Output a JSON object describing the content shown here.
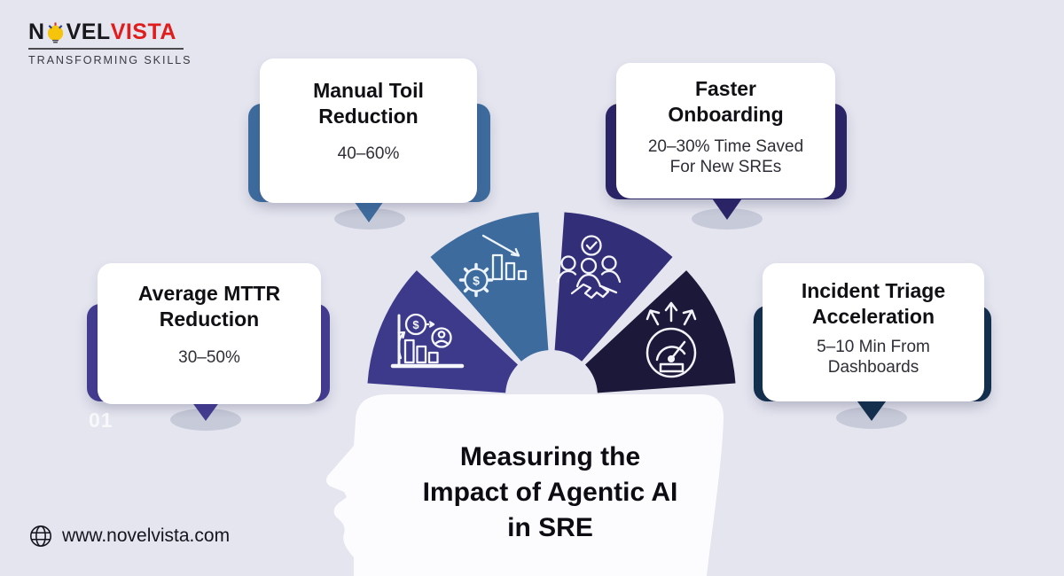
{
  "background_color": "#e4e5ef",
  "brand": {
    "logo": {
      "n": "N",
      "vel": "VEL",
      "vista": "VISTA"
    },
    "tagline": "TRANSFORMING SKILLS",
    "website": "www.novelvista.com",
    "vista_color": "#e01d1d",
    "bulb_color": "#f6c40a"
  },
  "headline": {
    "line1": "Measuring the",
    "line2": "Impact of Agentic AI",
    "line3": "in SRE"
  },
  "badge": "01",
  "cards": [
    {
      "title_lines": [
        "Manual Toil",
        "Reduction"
      ],
      "value_lines": [
        "40–60%"
      ],
      "frame_color": "#3e6b9d",
      "icon": "gear-dollar-decline-icon"
    },
    {
      "title_lines": [
        "Faster",
        "Onboarding"
      ],
      "value_lines": [
        "20–30% Time Saved",
        "For New SREs"
      ],
      "frame_color": "#2b2568",
      "icon": "team-check-handshake-icon"
    },
    {
      "title_lines": [
        "Average MTTR",
        "Reduction"
      ],
      "value_lines": [
        "30–50%"
      ],
      "frame_color": "#433c90",
      "icon": "bar-chart-dollar-person-icon"
    },
    {
      "title_lines": [
        "Incident Triage",
        "Acceleration"
      ],
      "value_lines": [
        "5–10 Min From",
        "Dashboards"
      ],
      "frame_color": "#14304e",
      "icon": "speedometer-arrows-icon"
    }
  ],
  "wedges": [
    {
      "icon": "bar-chart-dollar-person-icon",
      "color": "#3d3a8c"
    },
    {
      "icon": "gear-dollar-decline-icon",
      "color": "#3d6b9e"
    },
    {
      "icon": "team-check-handshake-icon",
      "color": "#332e78"
    },
    {
      "icon": "speedometer-arrows-icon",
      "color": "#1b1839"
    }
  ]
}
